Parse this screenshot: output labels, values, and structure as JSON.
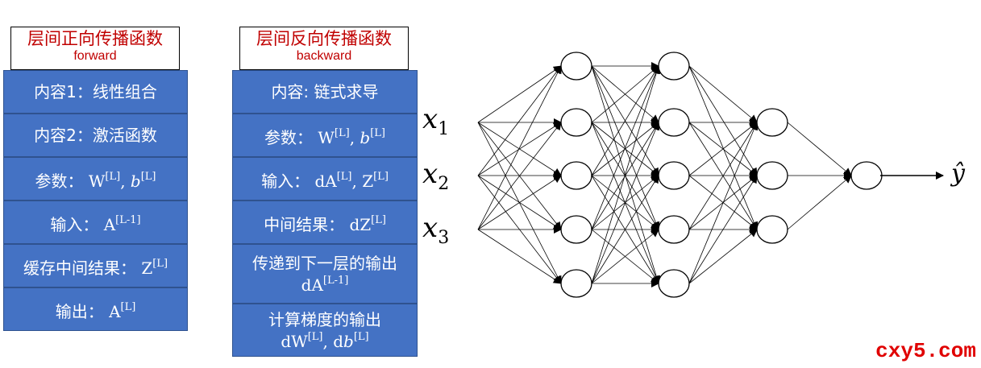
{
  "forward": {
    "title_zh": "层间正向传播函数",
    "title_en": "forward",
    "rows": [
      {
        "label": "内容1：线性组合",
        "math": ""
      },
      {
        "label": "内容2：激活函数",
        "math": ""
      },
      {
        "label": "参数：",
        "math": "W[L], b[L]"
      },
      {
        "label": "输入：",
        "math": "A[L-1]"
      },
      {
        "label": "缓存中间结果：",
        "math": "Z[L]"
      },
      {
        "label": "输出：",
        "math": "A[L]"
      }
    ]
  },
  "backward": {
    "title_zh": "层间反向传播函数",
    "title_en": "backward",
    "rows": [
      {
        "label": "内容: 链式求导",
        "math": ""
      },
      {
        "label": "参数：",
        "math": "W[L], b[L]"
      },
      {
        "label": "输入：",
        "math": "dA[L], Z[L]"
      },
      {
        "label": "中间结果：",
        "math": "dZ[L]"
      },
      {
        "label": "传递到下一层的输出",
        "math": "dA[L-1]"
      },
      {
        "label": "计算梯度的输出",
        "math": "dW[L], db[L]"
      }
    ]
  },
  "network": {
    "inputs": [
      "x1",
      "x2",
      "x3"
    ],
    "layers": [
      5,
      5,
      3,
      1
    ],
    "output": "ŷ"
  },
  "watermark": "cxy5.com"
}
